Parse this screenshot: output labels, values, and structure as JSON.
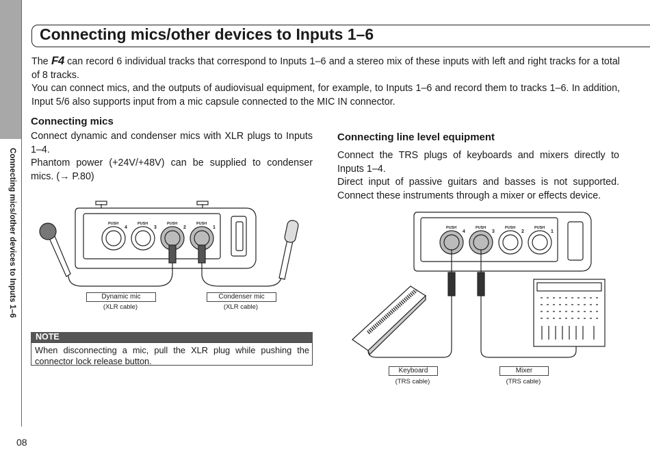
{
  "side": {
    "label": "Connecting mics/other devices to Inputs 1–6",
    "page_number": "08"
  },
  "title": "Connecting mics/other devices to Inputs 1–6",
  "intro": {
    "brand": "F4",
    "p1_prefix": "The",
    "p1_rest": "can record 6 individual tracks that correspond to Inputs 1–6 and a stereo mix of these inputs with left and right tracks for a total of 8 tracks.",
    "p2": "You can connect mics, and the outputs of audiovisual equipment, for example, to Inputs 1–6 and record them to tracks 1–6. In addition, Input 5/6 also supports input from a mic capsule connected to the MIC IN connector."
  },
  "mics": {
    "heading": "Connecting mics",
    "p1": "Connect dynamic and condenser mics with XLR plugs to Inputs 1–4.",
    "p2": "Phantom power (+24V/+48V) can be supplied to condenser mics. (→ P.80)",
    "dynamic_label": "Dynamic mic",
    "dynamic_sub": "(XLR cable)",
    "condenser_label": "Condenser mic",
    "condenser_sub": "(XLR cable)"
  },
  "line": {
    "heading": "Connecting line level equipment",
    "p1": "Connect the TRS plugs of keyboards and mixers directly to Inputs 1–4.",
    "p2": "Direct input of passive guitars and basses is not supported. Connect these instruments through a mixer or effects device.",
    "keyboard_label": "Keyboard",
    "keyboard_sub": "(TRS cable)",
    "mixer_label": "Mixer",
    "mixer_sub": "(TRS cable)"
  },
  "device": {
    "push": "PUSH",
    "inputs": [
      "4",
      "3",
      "2",
      "1"
    ]
  },
  "note": {
    "heading": "NOTE",
    "text": "When disconnecting a mic, pull the XLR plug while pushing the connector lock release button."
  }
}
